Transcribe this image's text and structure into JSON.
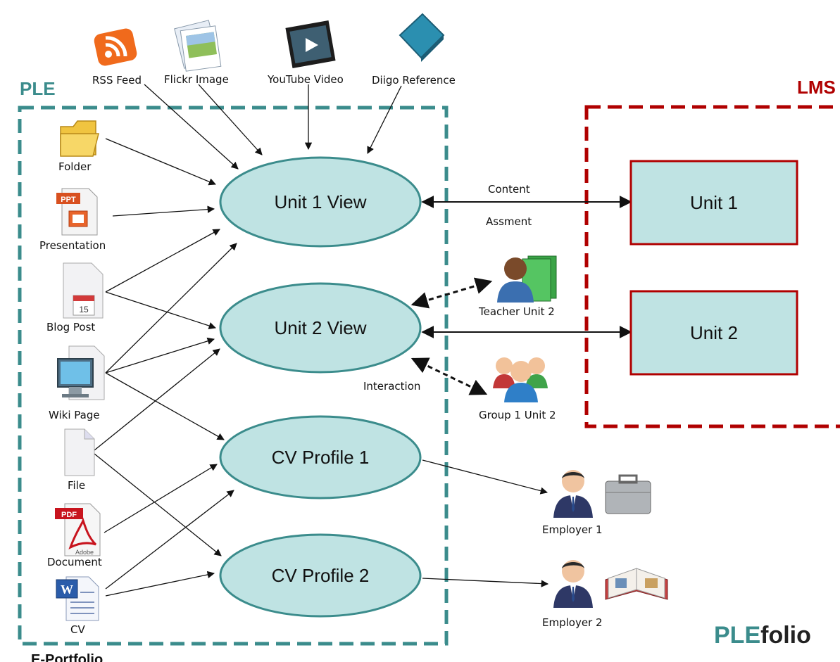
{
  "frames": {
    "ple_label": "PLE",
    "lms_label": "LMS",
    "eportfolio_label": "E-Portfolio"
  },
  "brand": {
    "part1": "PLE",
    "part2": "folio"
  },
  "sources_top": [
    {
      "id": "rss",
      "label": "RSS Feed",
      "icon": "rss-icon"
    },
    {
      "id": "flickr",
      "label": "Flickr Image",
      "icon": "photo-icon"
    },
    {
      "id": "youtube",
      "label": "YouTube Video",
      "icon": "video-icon"
    },
    {
      "id": "diigo",
      "label": "Diigo Reference",
      "icon": "book-icon"
    }
  ],
  "sources_left": [
    {
      "id": "folder",
      "label": "Folder",
      "icon": "folder-icon"
    },
    {
      "id": "presentation",
      "label": "Presentation",
      "icon": "presentation-icon",
      "badge": "PPT"
    },
    {
      "id": "blog",
      "label": "Blog Post",
      "icon": "calendar-icon",
      "badge": "15"
    },
    {
      "id": "wiki",
      "label": "Wiki Page",
      "icon": "monitor-icon"
    },
    {
      "id": "file",
      "label": "File",
      "icon": "file-icon"
    },
    {
      "id": "document",
      "label": "Document",
      "icon": "pdf-icon",
      "badge": "PDF",
      "sub": "Adobe"
    },
    {
      "id": "cv",
      "label": "CV",
      "icon": "word-icon",
      "badge": "W"
    }
  ],
  "views": [
    {
      "id": "unit1view",
      "label": "Unit 1 View"
    },
    {
      "id": "unit2view",
      "label": "Unit 2 View"
    },
    {
      "id": "cv1",
      "label": "CV Profile 1"
    },
    {
      "id": "cv2",
      "label": "CV Profile 2"
    }
  ],
  "lms_units": [
    {
      "id": "unit1",
      "label": "Unit 1"
    },
    {
      "id": "unit2",
      "label": "Unit 2"
    }
  ],
  "edge_labels": {
    "content": "Content",
    "assessment": "Assment",
    "interaction": "Interaction"
  },
  "people": [
    {
      "id": "teacher",
      "label": "Teacher Unit 2",
      "icon": "teacher-icon"
    },
    {
      "id": "group",
      "label": "Group 1 Unit 2",
      "icon": "group-icon"
    },
    {
      "id": "employer1",
      "label": "Employer 1",
      "icon": "businessman-icon",
      "item": "briefcase-icon"
    },
    {
      "id": "employer2",
      "label": "Employer 2",
      "icon": "businessman-icon",
      "item": "open-book-icon"
    }
  ],
  "colors": {
    "ple": "#3b8c8c",
    "lms": "#b00000",
    "ellipse_fill": "#bfe3e3",
    "box_fill": "#bfe3e3"
  }
}
